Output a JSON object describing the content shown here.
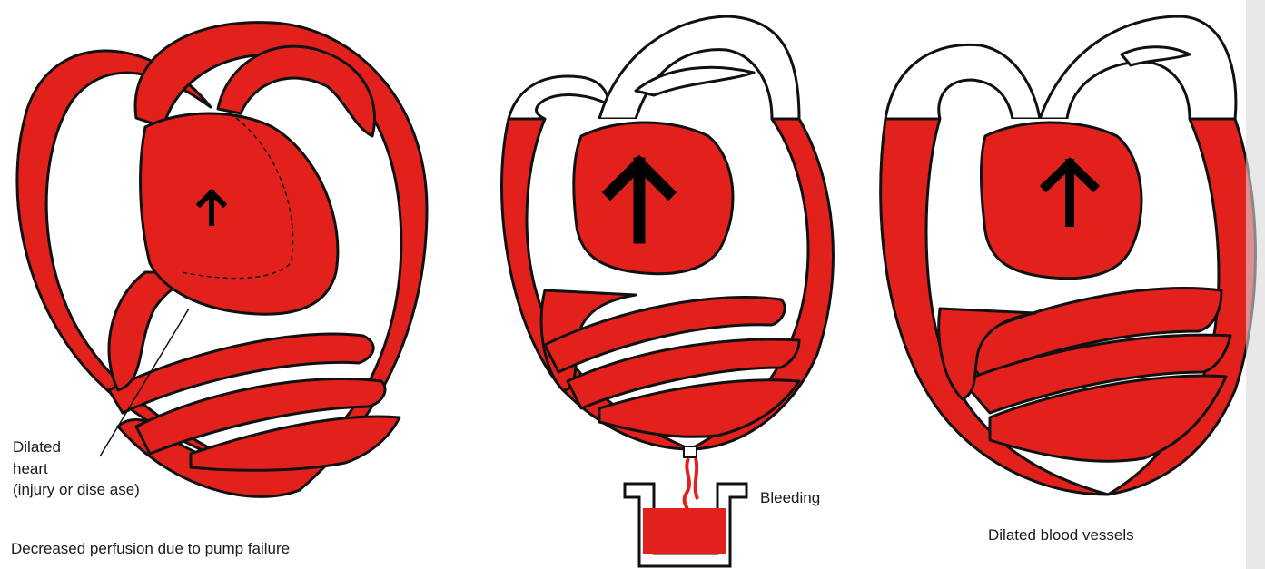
{
  "colors": {
    "blood": "#e3211c",
    "outline": "#111111",
    "vessel_empty": "#ffffff",
    "arrow": "#000000",
    "background": "#ffffff"
  },
  "panels": [
    {
      "label_lines": [
        "Dilated",
        "heart",
        "(injury or dise ase)"
      ],
      "caption": "Decreased perfusion due to pump failure",
      "fill_level": 1.0,
      "arrow_size": "small"
    },
    {
      "label": "Bleeding",
      "fill_level": 0.7,
      "arrow_size": "large"
    },
    {
      "caption": "Dilated blood vessels",
      "fill_level": 0.7,
      "arrow_size": "medium"
    }
  ]
}
